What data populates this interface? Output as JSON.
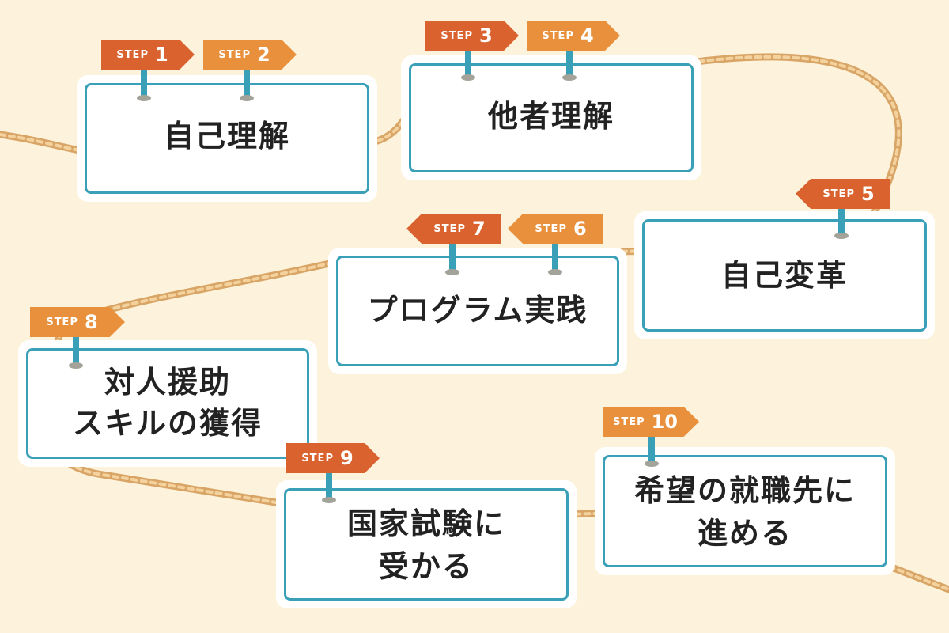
{
  "colors": {
    "background": "#fdf3dc",
    "rope": "#e0b57a",
    "frame": "#3aa0b7",
    "sign_dark": "#d9622f",
    "sign_light": "#e9903c",
    "text": "#222222"
  },
  "step_word": "STEP",
  "cards": [
    {
      "id": "self-understanding",
      "lines": [
        "自己理解"
      ]
    },
    {
      "id": "understanding-others",
      "lines": [
        "他者理解"
      ]
    },
    {
      "id": "self-transformation",
      "lines": [
        "自己変革"
      ]
    },
    {
      "id": "program-practice",
      "lines": [
        "プログラム実践"
      ]
    },
    {
      "id": "interpersonal-skills",
      "lines": [
        "対人援助",
        "スキルの獲得"
      ]
    },
    {
      "id": "national-exam",
      "lines": [
        "国家試験に",
        "受かる"
      ]
    },
    {
      "id": "desired-job",
      "lines": [
        "希望の就職先に",
        "進める"
      ]
    }
  ],
  "steps": [
    {
      "number": "1",
      "card": 0,
      "tone": "dark",
      "direction": "right"
    },
    {
      "number": "2",
      "card": 0,
      "tone": "light",
      "direction": "right"
    },
    {
      "number": "3",
      "card": 1,
      "tone": "dark",
      "direction": "right"
    },
    {
      "number": "4",
      "card": 1,
      "tone": "light",
      "direction": "right"
    },
    {
      "number": "5",
      "card": 2,
      "tone": "dark",
      "direction": "left"
    },
    {
      "number": "6",
      "card": 3,
      "tone": "light",
      "direction": "left"
    },
    {
      "number": "7",
      "card": 3,
      "tone": "dark",
      "direction": "left"
    },
    {
      "number": "8",
      "card": 4,
      "tone": "light",
      "direction": "right"
    },
    {
      "number": "9",
      "card": 5,
      "tone": "dark",
      "direction": "right"
    },
    {
      "number": "10",
      "card": 6,
      "tone": "light",
      "direction": "right"
    }
  ]
}
